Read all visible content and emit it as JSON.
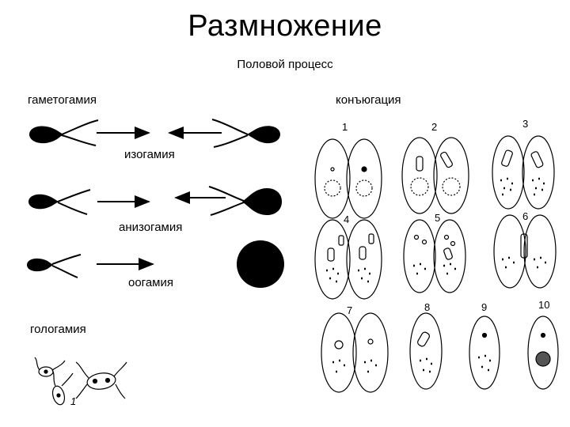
{
  "header": {
    "title": "Размножение",
    "subtitle": "Половой процесс"
  },
  "sections": {
    "gametogamy": "гаметогамия",
    "conjugation": "конъюгация"
  },
  "types": {
    "isogamy": "изогамия",
    "anisogamy": "анизогамия",
    "oogamy": "оогамия",
    "hologamy": "гологамия"
  },
  "hologamy_figure_number": "1",
  "conjugation_stages": [
    "1",
    "2",
    "3",
    "4",
    "5",
    "6",
    "7",
    "8",
    "9",
    "10"
  ],
  "icons": {
    "gamete": "gamete-icon",
    "egg": "egg-cell-icon",
    "arrow": "arrow-icon",
    "cell": "paramecium-cell-icon"
  },
  "colors": {
    "ink": "#000000",
    "background": "#ffffff"
  }
}
